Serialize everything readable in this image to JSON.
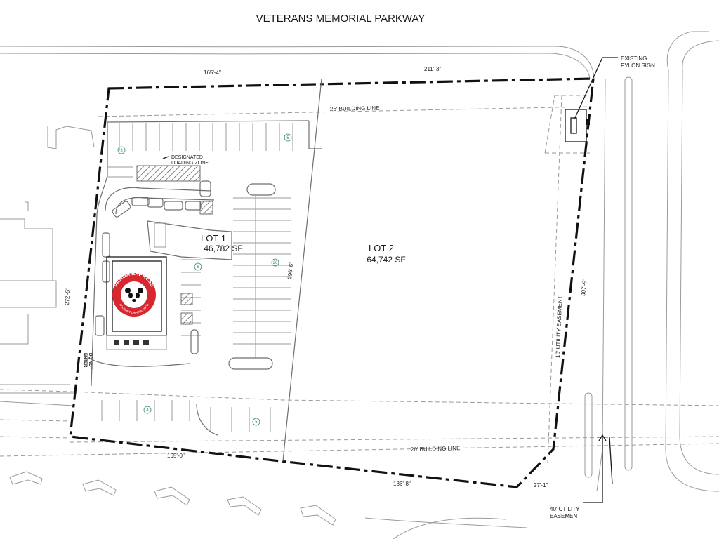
{
  "title": "VETERANS MEMORIAL PARKWAY",
  "lots": [
    {
      "name": "LOT 1",
      "area": "46,782 SF"
    },
    {
      "name": "LOT 2",
      "area": "64,742 SF"
    }
  ],
  "labels": {
    "building_line_25": "25' BUILDING LINE",
    "building_line_20": "20' BUILDING LINE",
    "loading_zone": [
      "DESIGNATED",
      "LOADING ZONE"
    ],
    "pylon_sign": [
      "EXISTING",
      "PYLON SIGN"
    ],
    "utility_easement_10": "10' UTILITY EASEMENT",
    "utility_easement_40": [
      "40' UTILITY",
      "EASEMENT"
    ],
    "do_not_enter": [
      "DO NOT",
      "ENTER"
    ]
  },
  "dimensions": {
    "top_left": "165'-4\"",
    "top_right": "211'-3\"",
    "left": "272'-5\"",
    "lot_divider": "296'-6\"",
    "right": "307'-9\"",
    "bottom_left": "165'-0\"",
    "bottom_mid": "186'-8\"",
    "bottom_right": "27'-1\""
  },
  "parking_counts": {
    "top_row_right": "5",
    "top_row_left": "3",
    "east_stalls": "6",
    "center_aisle": "26",
    "bottom_left": "4",
    "bottom_mid": "5"
  },
  "logo": {
    "text": "PANDA EXPRESS",
    "subtext": "GOURMET CHINESE FOOD",
    "colors": {
      "red": "#d7282f",
      "black": "#111111"
    }
  },
  "colors": {
    "linework": "#9a9a9a",
    "property_line": "#111111"
  }
}
